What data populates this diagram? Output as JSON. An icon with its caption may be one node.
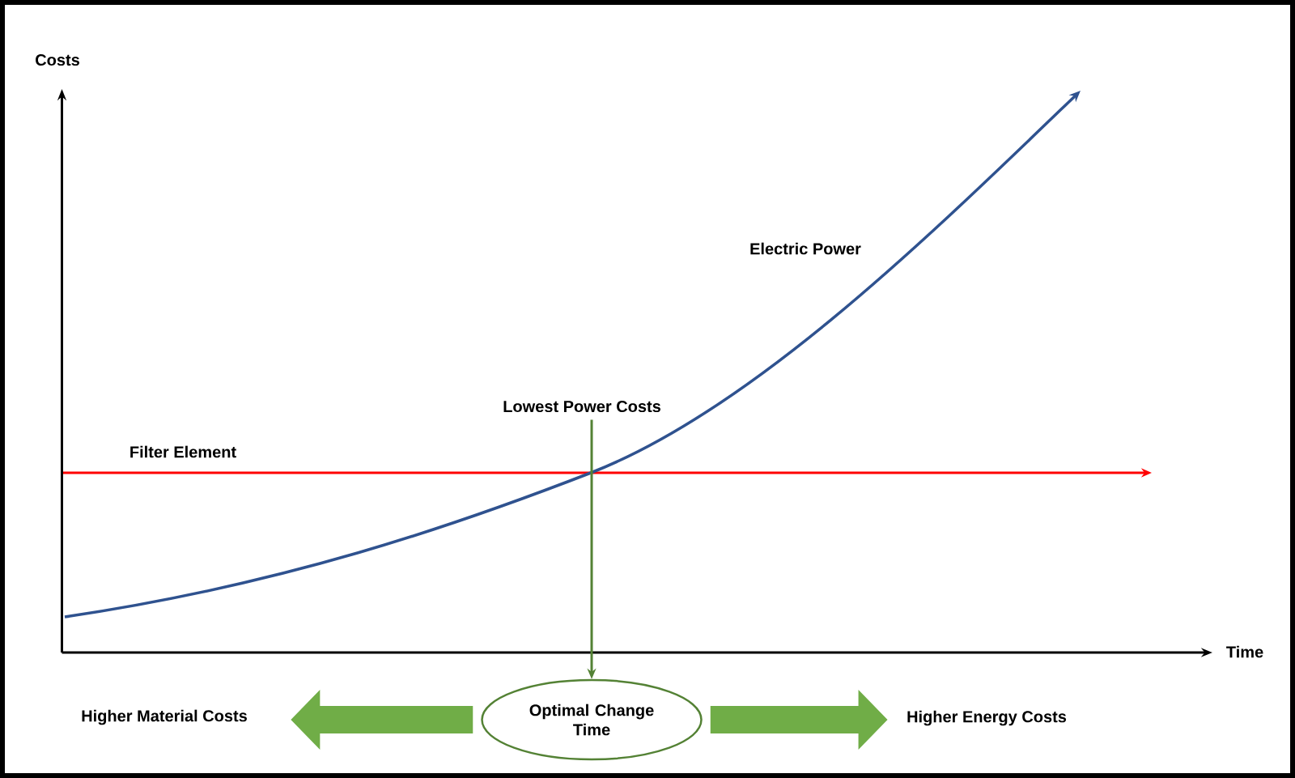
{
  "diagram": {
    "nodes": [
      {
        "text": [
          "Lowest Power Costs"
        ]
      },
      {
        "text": [
          "Optimal Change Time"
        ]
      },
      {
        "text": [
          "Higher Material Costs"
        ]
      },
      {
        "text": [
          "Higher Energy Costs"
        ]
      }
    ],
    "edges": [
      {
        "from": 0,
        "to": 1,
        "arrow": "to",
        "color": "#548235"
      },
      {
        "from": 1,
        "to": 2,
        "arrow": "to",
        "style": "thick",
        "color": "#70ad47"
      },
      {
        "from": 1,
        "to": 3,
        "arrow": "to",
        "style": "thick",
        "color": "#70ad47"
      }
    ],
    "labels": [
      "Costs",
      "Electric Power",
      "Filter Element",
      "Time"
    ]
  }
}
